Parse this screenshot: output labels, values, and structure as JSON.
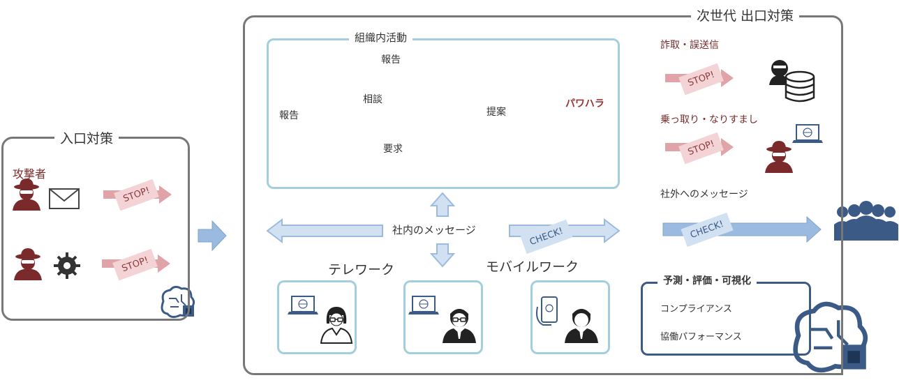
{
  "entry": {
    "title": "入口対策",
    "attacker_label": "攻撃者",
    "stop1": "STOP!",
    "stop2": "STOP!"
  },
  "exit": {
    "title": "次世代 出口対策",
    "org": {
      "title": "組織内活動",
      "report_top": "報告",
      "report_left": "報告",
      "consult": "相談",
      "request": "要求",
      "proposal": "提案",
      "harassment": "パワハラ"
    },
    "internal_message": "社内のメッセージ",
    "check_center": "CHECK!",
    "telework": "テレワーク",
    "mobile_work": "モバイルワーク",
    "right": {
      "fraud": "詐取・誤送信",
      "hijack": "乗っ取り・なりすまし",
      "external_message": "社外へのメッセージ",
      "stop_fraud": "STOP!",
      "stop_hijack": "STOP!",
      "check_external": "CHECK!"
    },
    "predict": {
      "title": "予測・評価・可視化",
      "compliance": "コンプライアンス",
      "performance": "協働パフォーマンス"
    }
  },
  "colors": {
    "frame": "#777777",
    "org_border": "#a3cedd",
    "stop_bg": "#f3d3d6",
    "stop_arrow": "#e0a3a8",
    "check_bg": "#d2e1f1",
    "check_arrow": "#9bbadf",
    "attacker": "#7a2a2a",
    "person": "#222222",
    "group": "#3b5a86"
  }
}
